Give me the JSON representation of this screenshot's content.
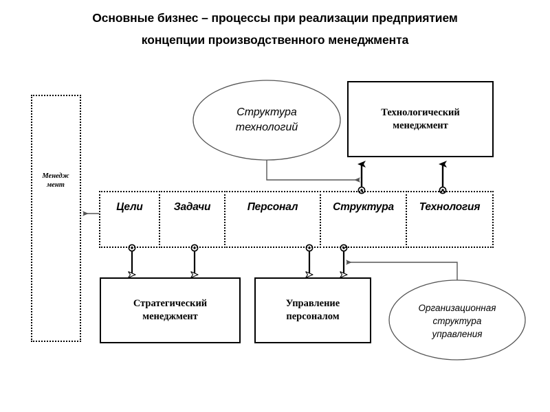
{
  "slide": {
    "title_line1": "Основные бизнес – процессы при реализации предприятием",
    "title_line2": "концепции производственного менеджмента",
    "background_color": "#ffffff",
    "line_color": "#000000"
  },
  "diagram": {
    "type": "flow-diagram",
    "containers": [
      {
        "id": "management-container",
        "label": "Менедж мент",
        "label_line1": "Менедж",
        "label_line2": "мент",
        "border_style": "dotted"
      }
    ],
    "ellipses": [
      {
        "id": "technology-structure",
        "line1": "Структура",
        "line2": "технологий",
        "text": "Структура технологий"
      },
      {
        "id": "org-structure-of-management",
        "line1": "Организационная",
        "line2": "структура",
        "line3": "управления",
        "text": "Организационная структура управления"
      }
    ],
    "boxes": [
      {
        "id": "technological-management",
        "line1": "Технологический",
        "line2": "менеджмент",
        "text": "Технологический менеджмент"
      },
      {
        "id": "strategic-management",
        "line1": "Стратегический",
        "line2": "менеджмент",
        "text": "Стратегический менеджмент"
      },
      {
        "id": "personnel-management",
        "line1": "Управление",
        "line2": "персоналом",
        "text": "Управление персоналом"
      }
    ],
    "row_cells": [
      {
        "id": "goals",
        "label": "Цели"
      },
      {
        "id": "tasks",
        "label": "Задачи"
      },
      {
        "id": "personnel",
        "label": "Персонал"
      },
      {
        "id": "structure",
        "label": "Структура"
      },
      {
        "id": "technology",
        "label": "Технология"
      }
    ],
    "connectors": [
      {
        "id": "structure-to-tech-management",
        "from": "structure",
        "to": "technological-management",
        "direction": "up"
      },
      {
        "id": "technology-to-tech-management",
        "from": "technology",
        "to": "technological-management",
        "direction": "up"
      },
      {
        "id": "technology-structure-ellipse-to-arrow",
        "from": "technology-structure",
        "to": "structure-to-tech-management",
        "direction": "right"
      },
      {
        "id": "goals-to-strategic-management",
        "from": "goals",
        "to": "strategic-management",
        "direction": "down"
      },
      {
        "id": "tasks-to-strategic-management",
        "from": "tasks",
        "to": "strategic-management",
        "direction": "down"
      },
      {
        "id": "personnel-to-personnel-management",
        "from": "personnel",
        "to": "personnel-management",
        "direction": "down"
      },
      {
        "id": "structure-to-personnel-management",
        "from": "structure",
        "to": "personnel-management",
        "direction": "down"
      },
      {
        "id": "org-structure-ellipse-to-arrow",
        "from": "org-structure-of-management",
        "to": "structure-to-personnel-management",
        "direction": "left"
      },
      {
        "id": "goals-to-management-container",
        "from": "goals",
        "to": "management-container",
        "direction": "left"
      }
    ]
  }
}
